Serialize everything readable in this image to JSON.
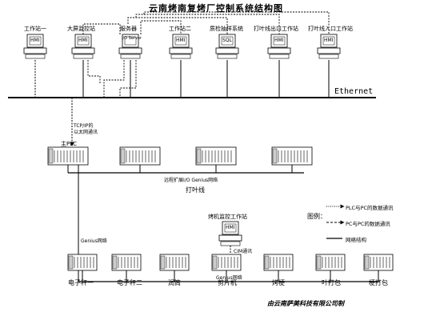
{
  "title": "云南烤南复烤厂控制系统结构图",
  "workstations": [
    {
      "label": "工作站一",
      "screen": "HMI"
    },
    {
      "label": "大屏监控站",
      "screen": "HMI"
    },
    {
      "label": "服务器",
      "screen": "I/O Server"
    },
    {
      "label": "工作站二",
      "screen": "HMI"
    },
    {
      "label": "质检抽样系统",
      "screen": "SQL"
    },
    {
      "label": "打叶线出口工作站",
      "screen": "HMI"
    },
    {
      "label": "打叶线入口工作站",
      "screen": "HMI"
    }
  ],
  "ethernet_label": "Ethernet",
  "tcpip_label": "TCP/IP的",
  "tcpip_label2": "以太网通讯",
  "main_plc_label": "主PLC",
  "genius_remote_label": "远程扩展I/O Genius网络",
  "line_label": "打叶线",
  "genius_label": "Genius网络",
  "genius_label2": "Genius网络",
  "cim_label": "CIM通讯",
  "monitor_station": {
    "label": "烤机监控工作站",
    "screen": "HMI"
  },
  "legend": {
    "title": "图例：",
    "items": [
      "PLC与PC的数据通讯",
      "PC与PC的数据通讯",
      "网络结构"
    ]
  },
  "bottom_units": [
    "电子秤一",
    "电子秤二",
    "润筒",
    "剪片机",
    "烤梗",
    "叶打包",
    "梗打包"
  ],
  "footer": "由云南萨美科技有限公司制"
}
